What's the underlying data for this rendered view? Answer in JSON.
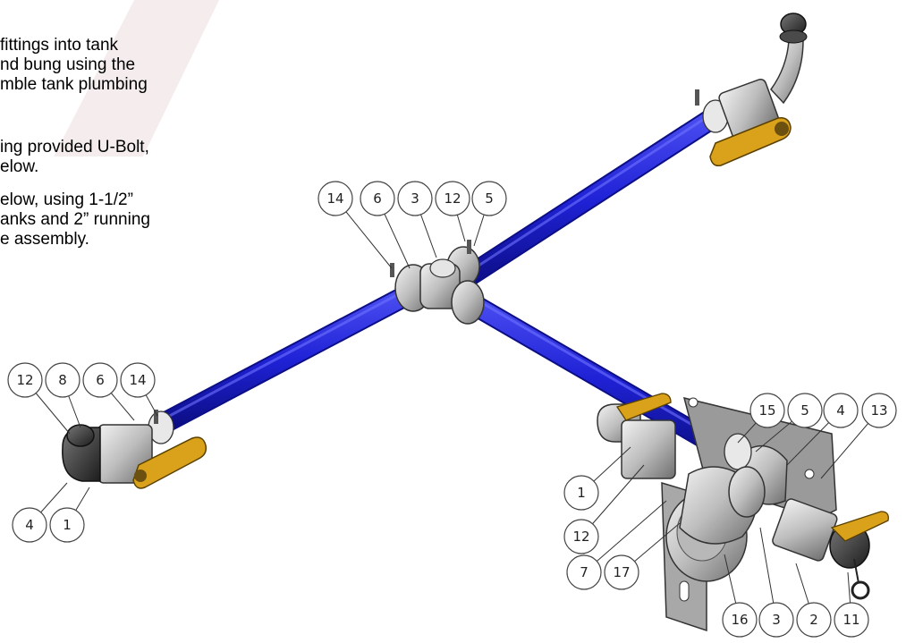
{
  "instructions": [
    [
      "fittings into tank",
      "nd bung using the",
      "mble tank plumbing"
    ],
    [
      "ing provided U-Bolt,",
      "elow."
    ],
    [
      "elow, using 1-1/2”",
      "anks and 2” running",
      "e assembly."
    ]
  ],
  "callouts": [
    "14",
    "6",
    "3",
    "12",
    "5",
    "12",
    "8",
    "6",
    "14",
    "4",
    "1",
    "15",
    "5",
    "4",
    "13",
    "1",
    "12",
    "7",
    "17",
    "16",
    "3",
    "2",
    "11"
  ],
  "colors": {
    "pipe": "#1f22d6",
    "pipe_dark": "#0c0e86",
    "handle": "#d9a21a",
    "valve": "#d8d8d8",
    "valve_dark": "#6b6b6b",
    "watermark": "#f3eaea"
  }
}
